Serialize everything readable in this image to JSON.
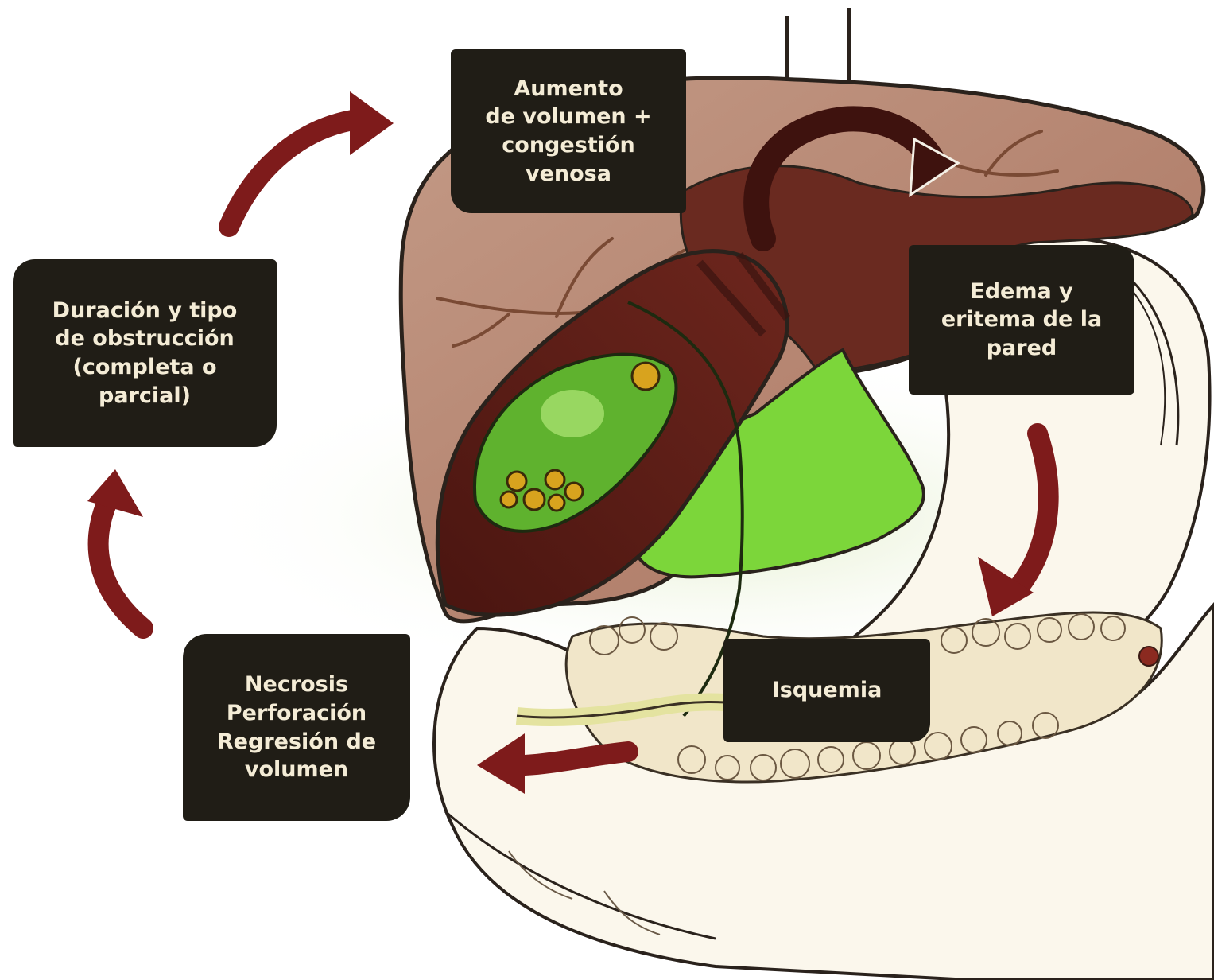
{
  "diagram": {
    "boxes": {
      "aumento": [
        "Aumento",
        "de volumen +",
        "congestión",
        "venosa"
      ],
      "duracion": [
        "Duración y tipo",
        "de obstrucción",
        "(completa o",
        "parcial)"
      ],
      "edema": [
        "Edema y",
        "eritema de la",
        "pared"
      ],
      "necrosis": [
        "Necrosis",
        "Perforación",
        "Regresión de",
        "volumen"
      ],
      "isquemia": [
        "Isquemia"
      ]
    }
  },
  "colors": {
    "box_background": "#201d16",
    "box_text": "#f4ecd6",
    "cycle_arrow": "#7e1b1b",
    "liver": "#b98873",
    "gallbladder_dark": "#5c1f18",
    "bile_green": "#7cd63a",
    "stones": "#d8a31e"
  }
}
